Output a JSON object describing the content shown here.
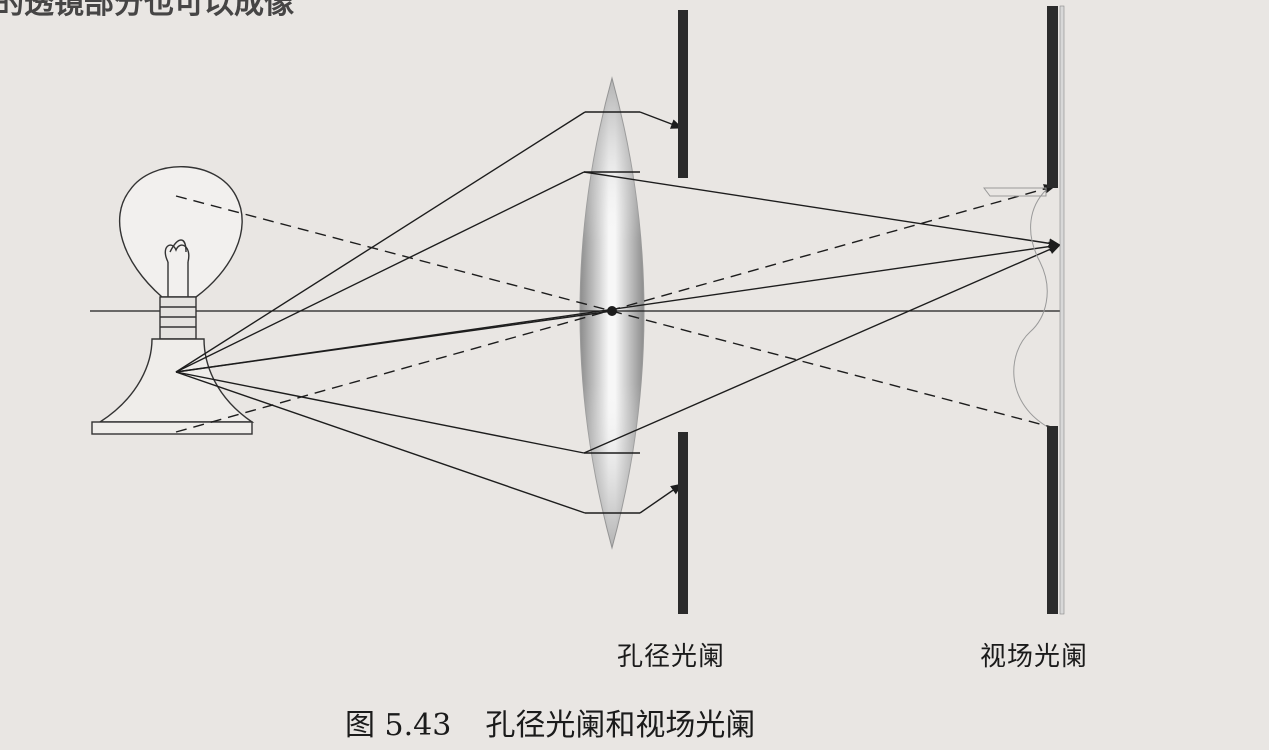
{
  "top_text": "的透镜部分也可以成像",
  "labels": {
    "aperture_stop": "孔径光阑",
    "field_stop": "视场光阑"
  },
  "caption": {
    "figure_number": "图 5.43",
    "title": "孔径光阑和视场光阑"
  },
  "colors": {
    "background": "#e9e6e3",
    "ink": "#1d1d1d",
    "stop": "#2b2b2b",
    "lens_edge": "#8a8a8a",
    "lens_center": "#f6f6f6"
  }
}
